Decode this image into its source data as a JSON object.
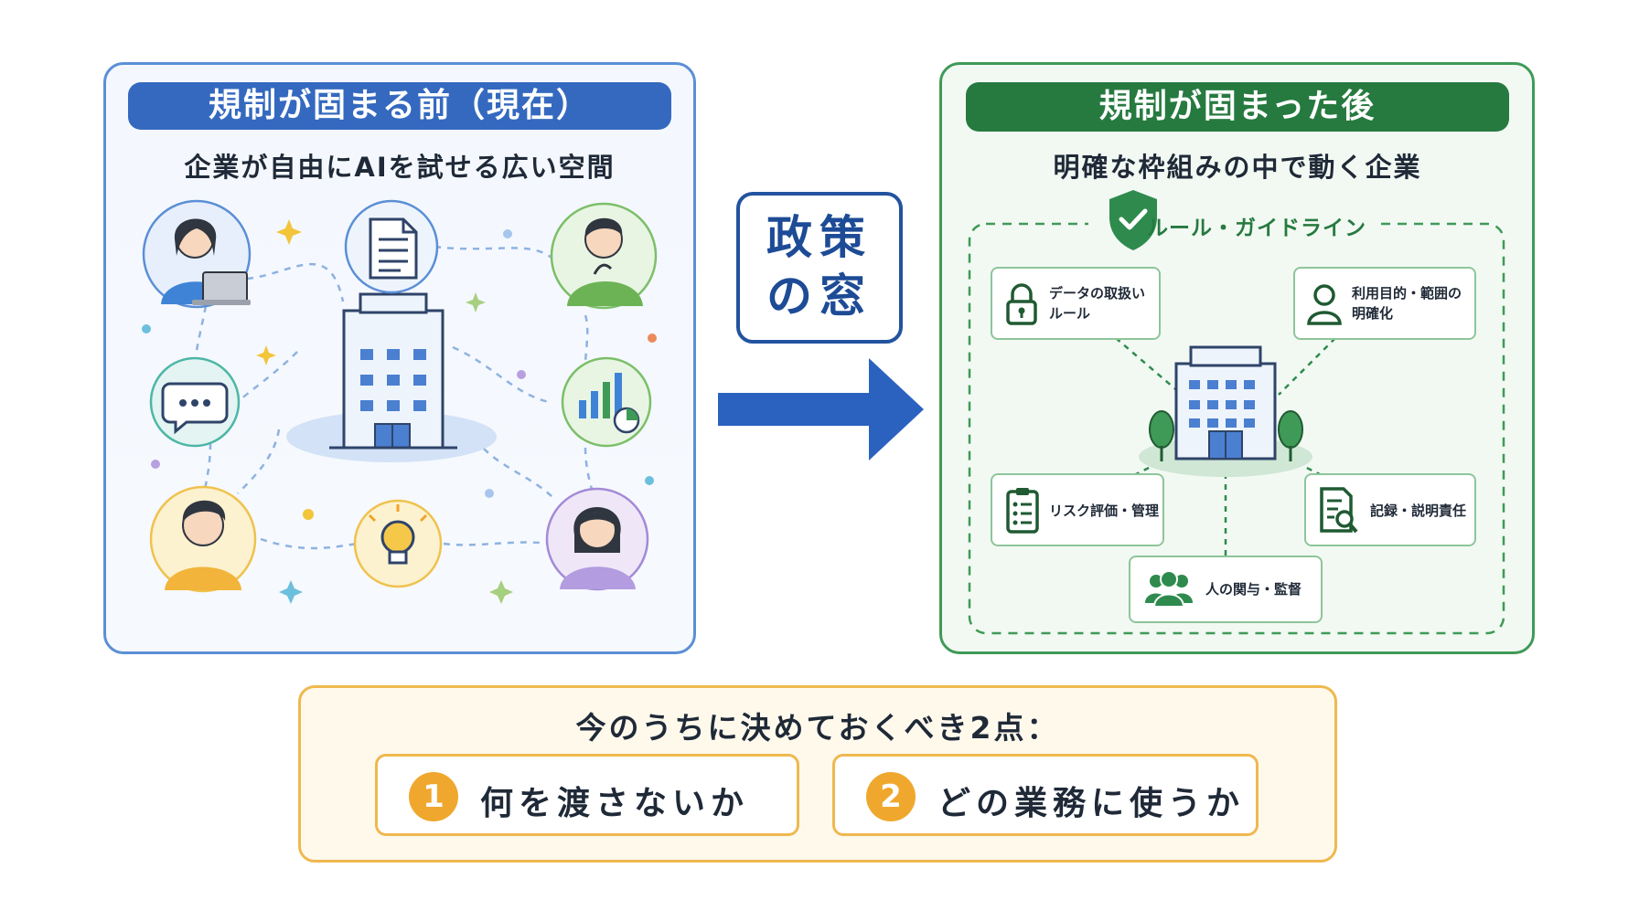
{
  "before": {
    "title": "規制が固まる前（現在）",
    "subtitle": "企業が自由にAIを試せる広い空間"
  },
  "window": {
    "line1": "政策",
    "line2": "の窓"
  },
  "after": {
    "title": "規制が固まった後",
    "subtitle": "明確な枠組みの中で動く企業",
    "framework_label": "ルール・ガイドライン",
    "cards": {
      "data": [
        "データの取扱い",
        "ルール"
      ],
      "purpose": [
        "利用目的・範囲の",
        "明確化"
      ],
      "risk": "リスク評価・管理",
      "record": "記録・説明責任",
      "human": "人の関与・監督"
    }
  },
  "bottom": {
    "title": "今のうちに決めておくべき2点：",
    "points": [
      {
        "num": "1",
        "text": "何を渡さないか"
      },
      {
        "num": "2",
        "text": "どの業務に使うか"
      }
    ]
  },
  "colors": {
    "blue_primary": "#3469bf",
    "green_primary": "#267a3f",
    "orange_accent": "#efa82d"
  }
}
